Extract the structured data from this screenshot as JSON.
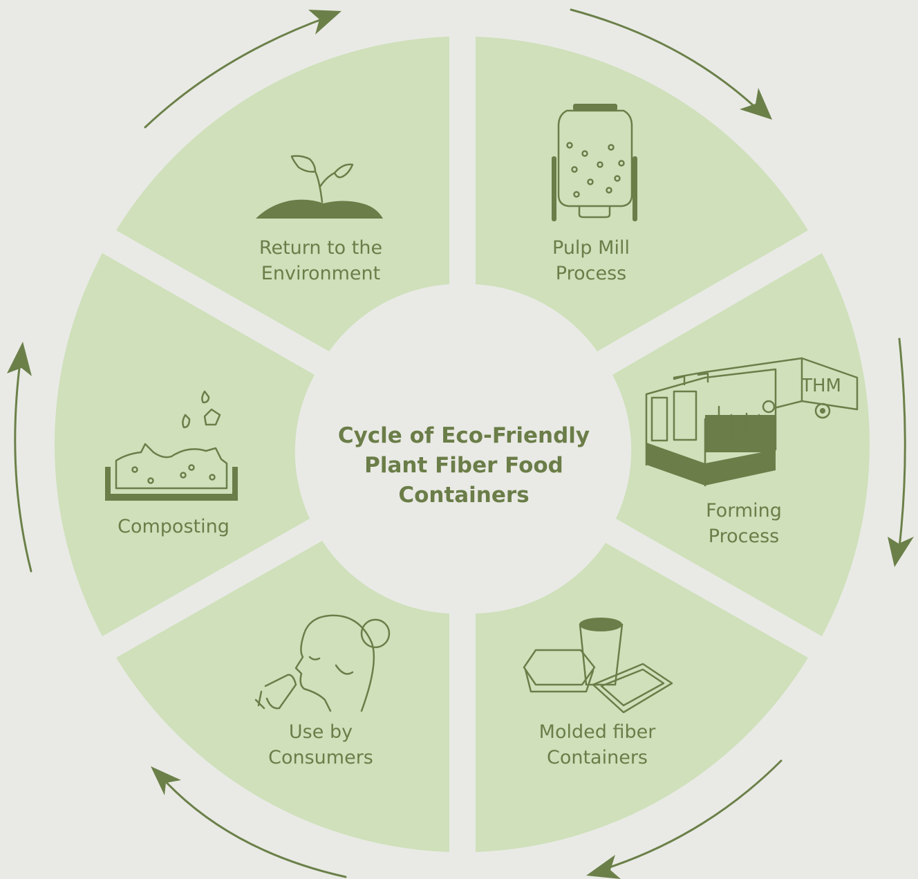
{
  "title": {
    "line1": "Cycle of Eco-Friendly",
    "line2": "Plant Fiber Food",
    "line3": "Containers"
  },
  "stages": [
    {
      "id": "pulp-mill",
      "line1": "Pulp Mill",
      "line2": "Process",
      "icon": "pulp-tank-icon"
    },
    {
      "id": "forming",
      "line1": "Forming",
      "line2": "Process",
      "icon": "forming-machine-icon",
      "machine_brand": "THM"
    },
    {
      "id": "molded",
      "line1": "Molded fiber",
      "line2": "Containers",
      "icon": "food-containers-icon"
    },
    {
      "id": "consumers",
      "line1": "Use by",
      "line2": "Consumers",
      "icon": "person-drinking-icon"
    },
    {
      "id": "composting",
      "line1": "Composting",
      "line2": "",
      "icon": "compost-bin-icon"
    },
    {
      "id": "return",
      "line1": "Return to the",
      "line2": "Environment",
      "icon": "sprout-icon"
    }
  ],
  "colors": {
    "background": "#e9eae5",
    "segment": "#cfe0bb",
    "accent": "#6b7d48"
  }
}
